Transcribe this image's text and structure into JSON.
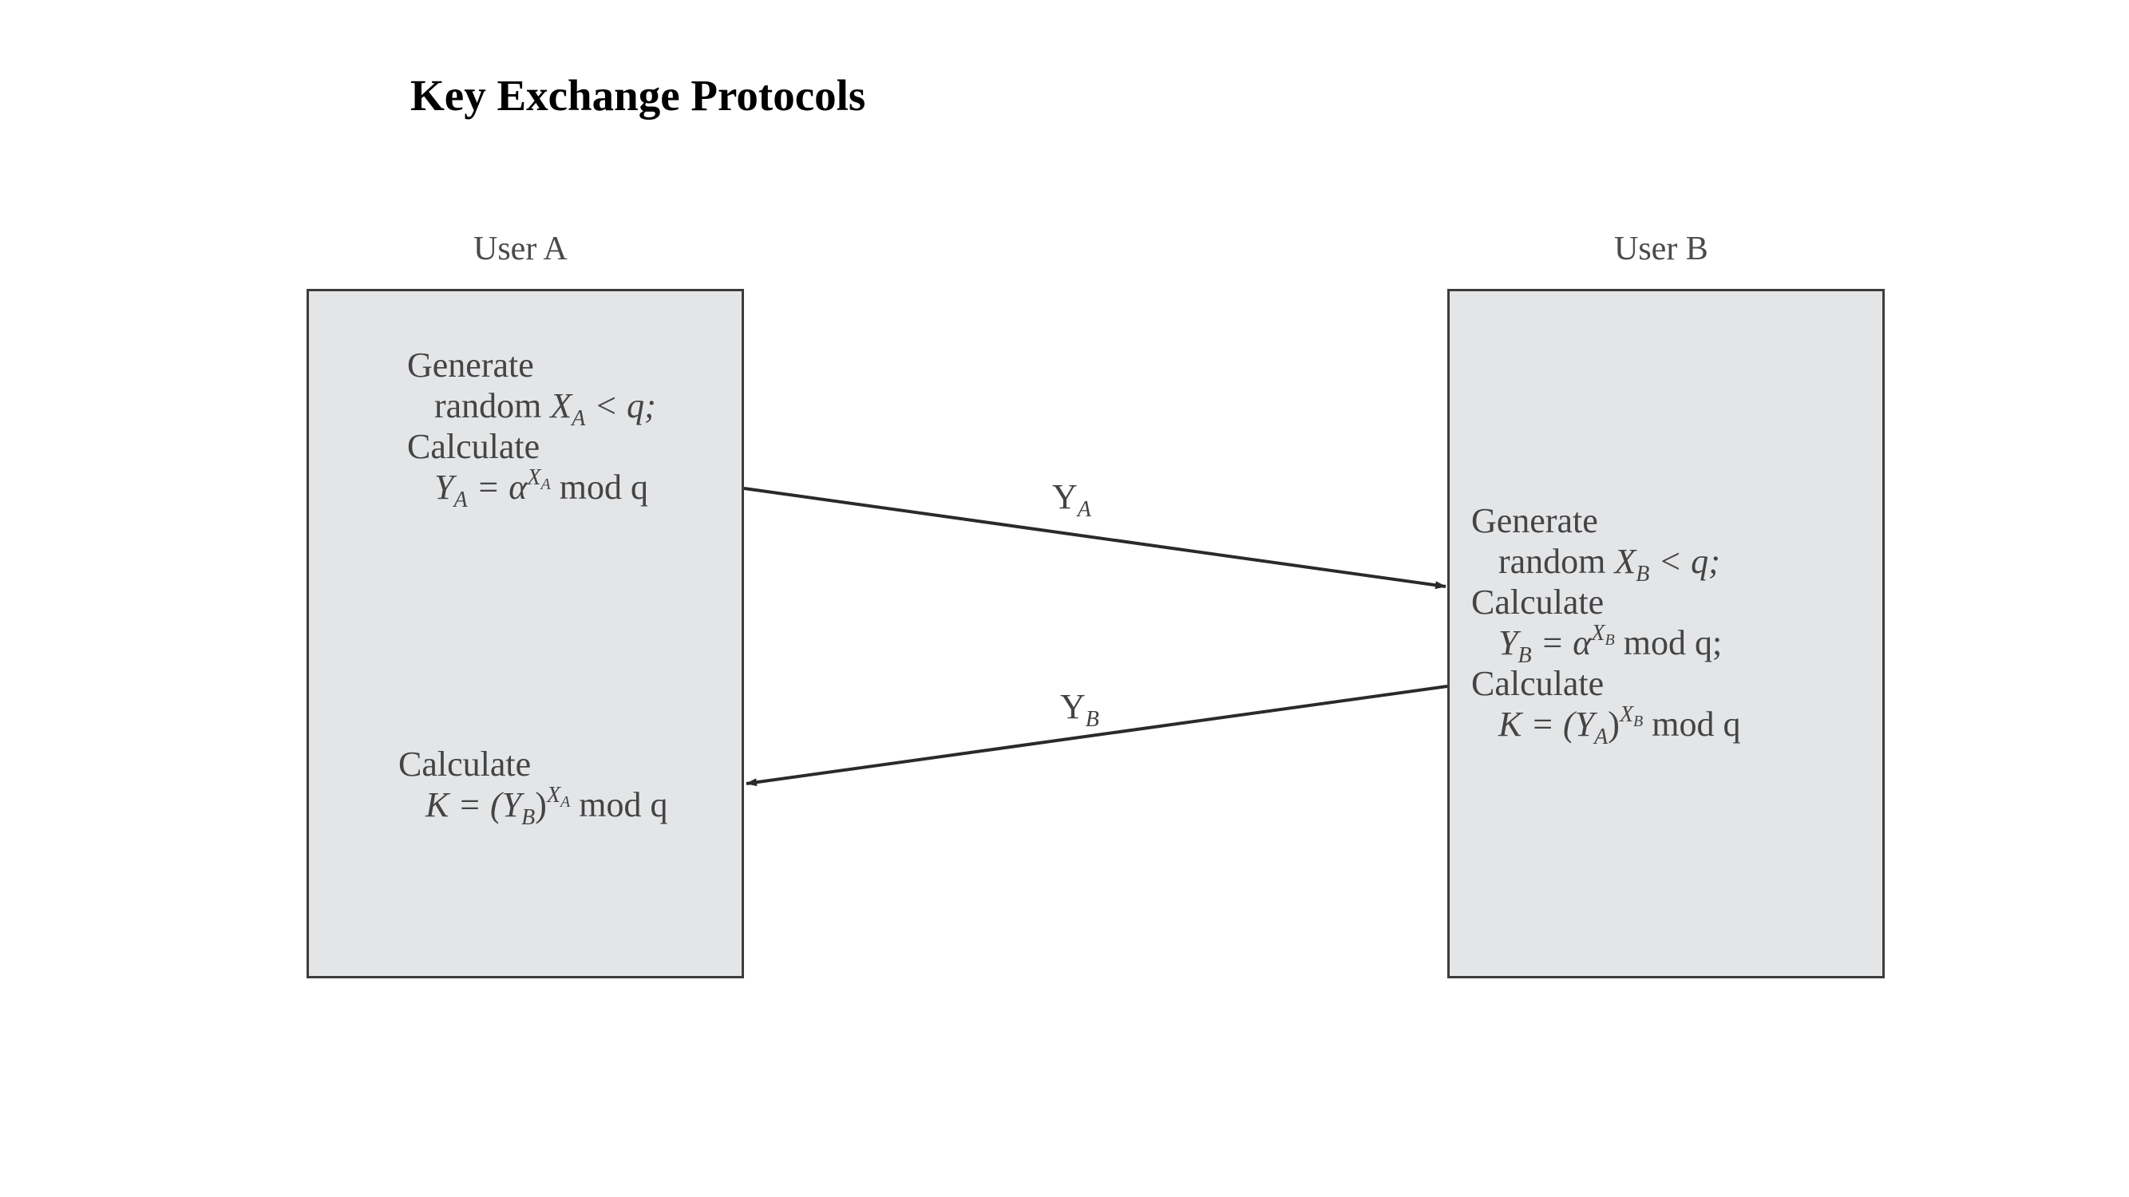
{
  "title": "Key Exchange Protocols",
  "user_a": {
    "label": "User A",
    "block1": {
      "line1": "Generate",
      "line2_word": "random",
      "line2_var": "X",
      "line2_sub": "A",
      "line2_rest": " < q;",
      "line3": "Calculate",
      "line4_var": "Y",
      "line4_sub": "A",
      "line4_eq": " = α",
      "line4_sup": "X",
      "line4_supsub": "A",
      "line4_rest": "  mod q"
    },
    "block2": {
      "line1": "Calculate",
      "line2_pre": "K = (Y",
      "line2_sub": "B",
      "line2_close": ")",
      "line2_sup": "X",
      "line2_supsub": "A",
      "line2_rest": "  mod q"
    }
  },
  "user_b": {
    "label": "User B",
    "block": {
      "line1": "Generate",
      "line2_word": "random",
      "line2_var": "X",
      "line2_sub": "B",
      "line2_rest": " < q;",
      "line3": "Calculate",
      "line4_var": "Y",
      "line4_sub": "B",
      "line4_eq": " = α",
      "line4_sup": "X",
      "line4_supsub": "B",
      "line4_rest": "  mod q;",
      "line5": "Calculate",
      "line6_pre": "K = (Y",
      "line6_sub": "A",
      "line6_close": ")",
      "line6_sup": "X",
      "line6_supsub": "B",
      "line6_rest": "  mod q"
    }
  },
  "messages": {
    "a_to_b": {
      "main": "Y",
      "sub": "A"
    },
    "b_to_a": {
      "main": "Y",
      "sub": "B"
    }
  },
  "colors": {
    "box_fill": "#e4e5e7",
    "box_border": "#3c3c3c",
    "arrow": "#2a2a2a",
    "title": "#000000"
  }
}
